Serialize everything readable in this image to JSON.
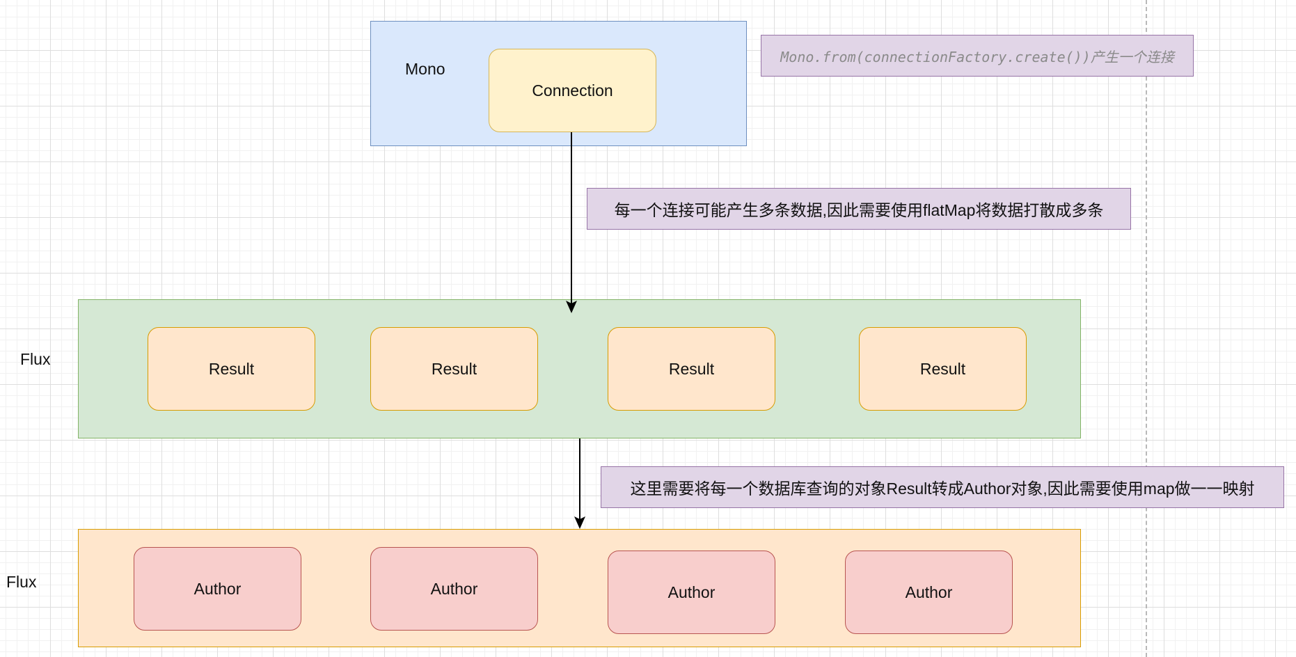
{
  "mono": {
    "label": "Mono",
    "connection": "Connection"
  },
  "notes": {
    "create": "Mono.from(connectionFactory.create())产生一个连接",
    "flatmap": "每一个连接可能产生多条数据,因此需要使用flatMap将数据打散成多条",
    "map": "这里需要将每一个数据库查询的对象Result转成Author对象,因此需要使用map做一一映射"
  },
  "flux_results": {
    "label": "Flux",
    "items": [
      "Result",
      "Result",
      "Result",
      "Result"
    ]
  },
  "flux_authors": {
    "label": "Flux",
    "items": [
      "Author",
      "Author",
      "Author",
      "Author"
    ]
  },
  "colors": {
    "mono_fill": "#dae8fc",
    "mono_stroke": "#6c8ebf",
    "connection_fill": "#fff2cc",
    "connection_stroke": "#d6b656",
    "flux_results_fill": "#d5e8d4",
    "flux_results_stroke": "#82b366",
    "flux_authors_fill": "#ffe6cc",
    "flux_authors_stroke": "#d79b00",
    "result_fill": "#ffe6cc",
    "result_stroke": "#d79b00",
    "author_fill": "#f8cecc",
    "author_stroke": "#b85450",
    "note_fill": "#e1d5e7",
    "note_stroke": "#9673a6"
  }
}
